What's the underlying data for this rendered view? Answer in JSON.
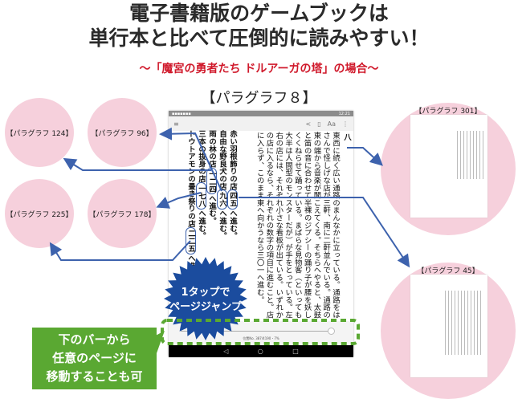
{
  "title_line1": "電子書籍版のゲームブックは",
  "title_line2": "単行本と比べて圧倒的に読みやすい！",
  "subtitle": "～「魔宮の勇者たち ドルアーガの塔」の場合～",
  "current_paragraph": "【パラグラフ８】",
  "paragraphs": {
    "p124": "【パラグラフ 124】",
    "p96": "【パラグラフ 96】",
    "p225": "【パラグラフ 225】",
    "p178": "【パラグラフ 178】",
    "p301": "【パラグラフ 301】",
    "p45": "【パラグラフ 45】"
  },
  "reader": {
    "status_time": "12:21",
    "font_button": "Aa",
    "chapter_number": "八",
    "body_text": "東西に続く広い通路のまんなかに立っている。通路をはさんで怪しげな店が三軒、南に二軒並んでいる。通路の東の端から音楽が聞こえてくる。そちらへやると、太鼓と笛の音に合わせて半裸のジプシーの踊り子が腰を妖しくくねらせて踊っている。まばらな見物客（といっても大半は人間型のモンスターだが）が手をとっている。左右の店には、それぞれ小さな看板が出ている。いずれかの店に入るなら、それぞれの数字の項目に進むこと。店に入らず、このまま東へ向かうなら三〇一へ進む。",
    "choices": [
      {
        "shop": "赤い羽根飾りの店",
        "target": "四五",
        "suffix": "へ進む。"
      },
      {
        "shop": "自由な野良犬の店",
        "target": "九六",
        "suffix": "へ進む。"
      },
      {
        "shop": "雨の林の店",
        "target": "一二四",
        "suffix": "へ進む。"
      },
      {
        "shop": "三本の抜身の店",
        "target": "一七八",
        "suffix": "へ進む。"
      },
      {
        "shop": "トウトアモンの畳き祭りの店",
        "target": "二二五",
        "suffix": "へ進む。"
      }
    ],
    "progress_label": "位置No. 387/4190・7%",
    "progress_percent": 7
  },
  "burst_line1": "1タップで",
  "burst_line2": "ページジャンプ",
  "note_lines": [
    "下のバーから",
    "任意のページに",
    "移動することも可"
  ],
  "colors": {
    "arrow": "#3d62ad",
    "burst": "#1b4c9e",
    "circle": "#f6d0dc",
    "green": "#5aa832",
    "subtitle": "#d0192b"
  }
}
